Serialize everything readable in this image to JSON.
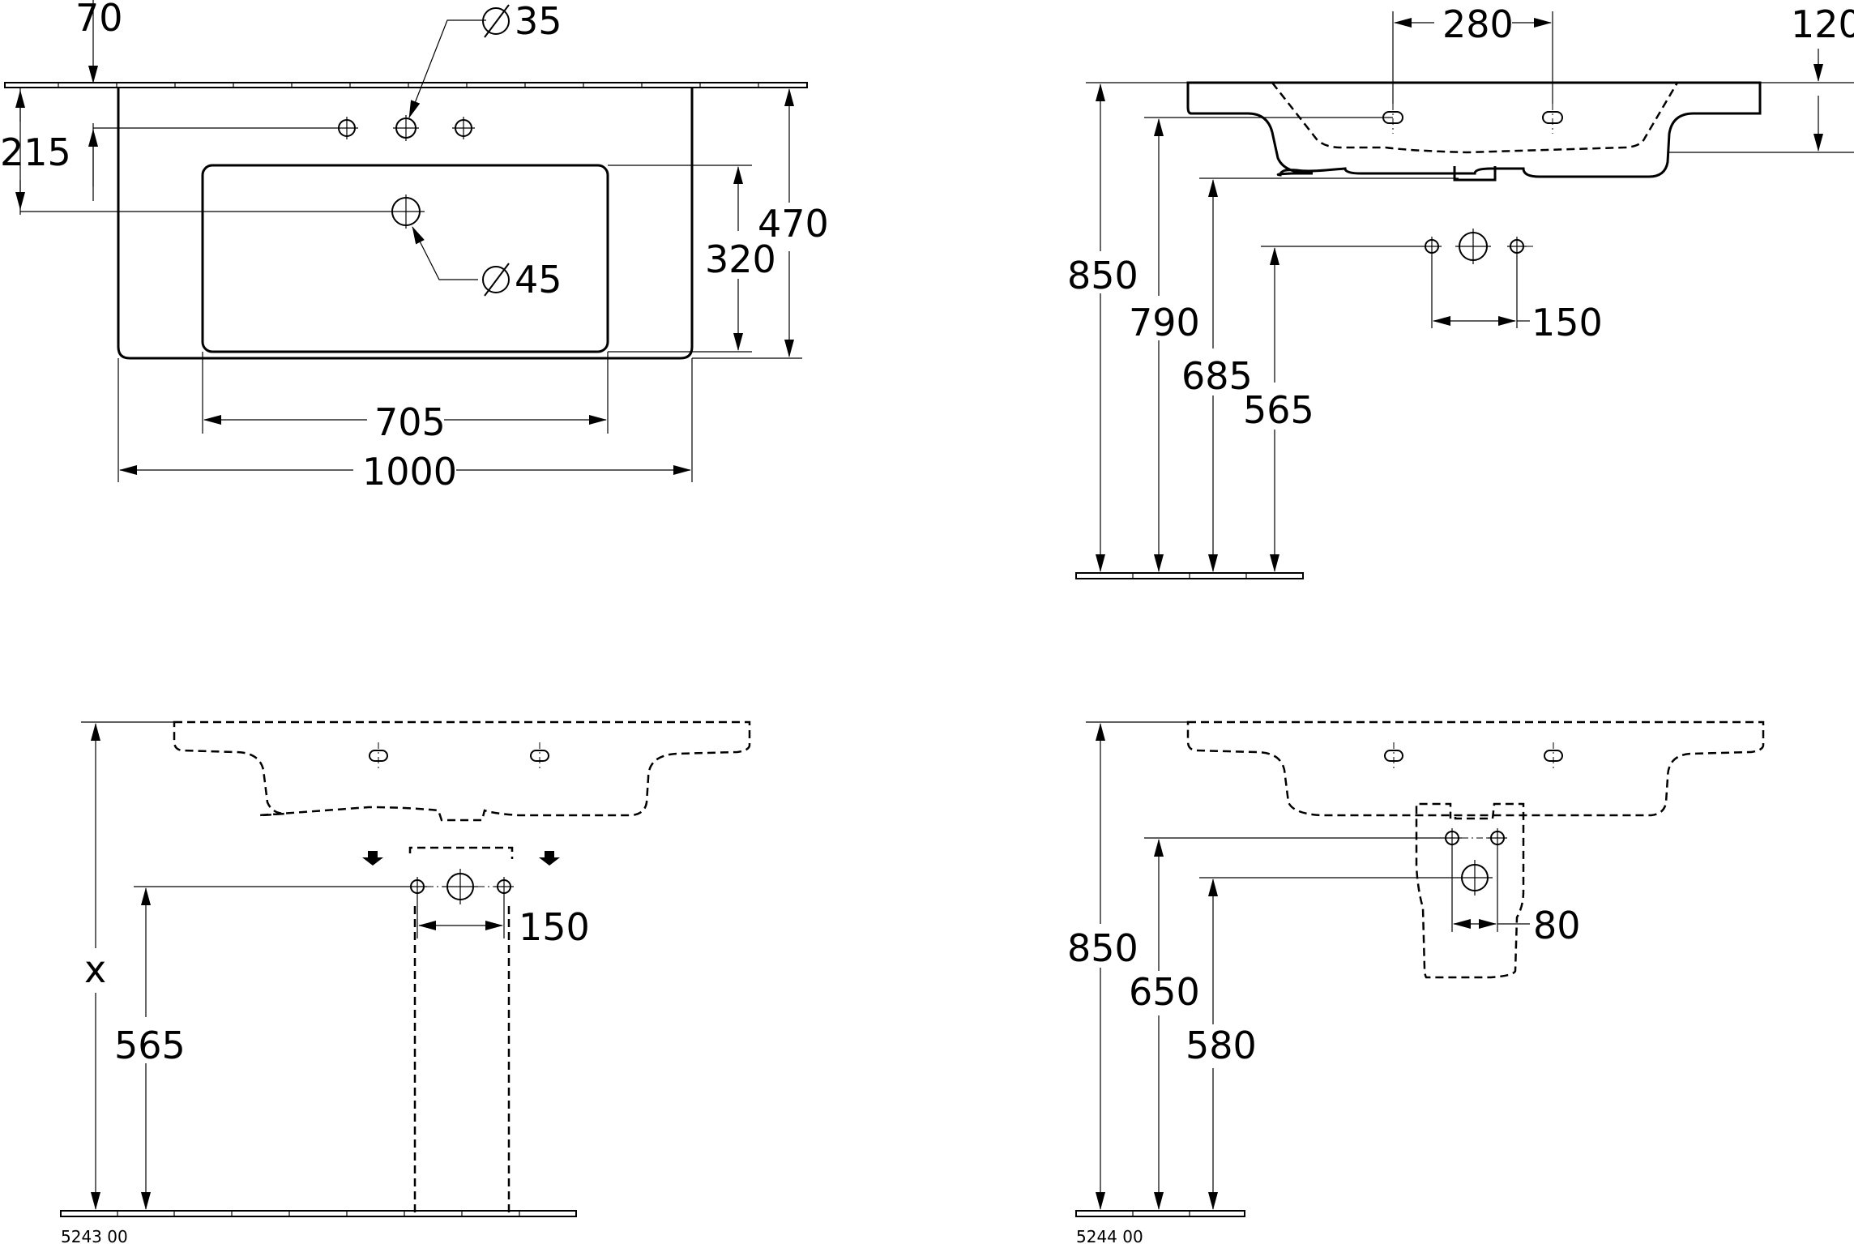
{
  "views": {
    "top": {
      "dims": {
        "d70": "70",
        "d215": "215",
        "d35": "35",
        "d45": "45",
        "d320": "320",
        "d470": "470",
        "d705": "705",
        "d1000": "1000"
      }
    },
    "side": {
      "dims": {
        "d280": "280",
        "d120": "120",
        "d850": "850",
        "d790": "790",
        "d685": "685",
        "d565": "565",
        "d150": "150"
      }
    },
    "front_a": {
      "dims": {
        "x": "x",
        "d565": "565",
        "d150": "150"
      },
      "code": "5243 00"
    },
    "front_b": {
      "dims": {
        "d850": "850",
        "d650": "650",
        "d580": "580",
        "d80": "80"
      },
      "code": "5244 00"
    }
  }
}
